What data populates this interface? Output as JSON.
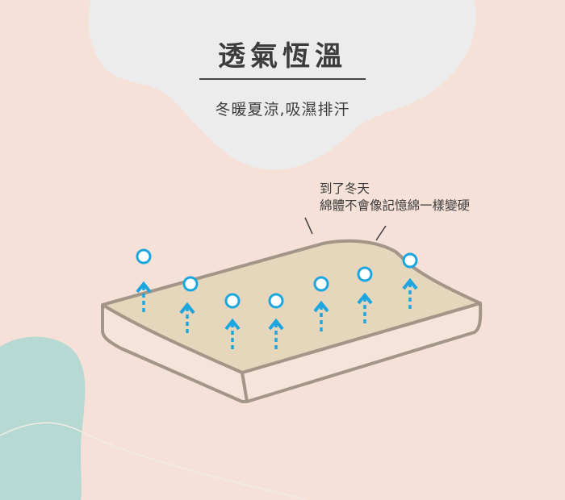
{
  "title": "透氣恆溫",
  "subtitle": "冬暖夏涼,吸濕排汗",
  "note": {
    "line1": "到了冬天",
    "line2": "綿體不會像記憶綿一樣變硬"
  },
  "colors": {
    "background": "#f5e1d7",
    "cloud": "#ececec",
    "teal_blob": "#b7d9d3",
    "mattress_top": "#e6d6bb",
    "mattress_outline": "#a39587",
    "airflow": "#1ba6df"
  }
}
